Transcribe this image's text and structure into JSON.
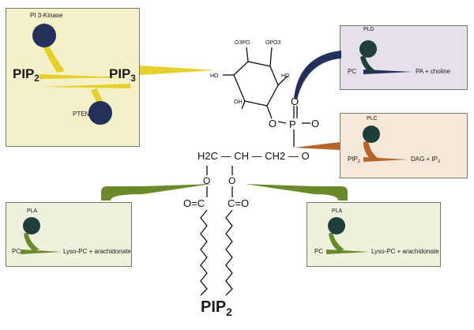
{
  "pi3k_panel": {
    "enzyme_top": "PI 3-Kinase",
    "enzyme_bottom": "PTEN",
    "left_base": "PIP",
    "left_sub": "2",
    "right_base": "PIP",
    "right_sub": "3"
  },
  "pld_panel": {
    "enzyme": "PLD",
    "substrate": "PC",
    "product": "PA + choline"
  },
  "plc_panel": {
    "enzyme": "PLC",
    "substrate_base": "PIP",
    "substrate_sub": "2",
    "product_base": "DAG + IP",
    "product_sub": "3"
  },
  "pla_left_panel": {
    "enzyme": "PLA",
    "substrate": "PC",
    "product": "Lyso-PC + arachidonate"
  },
  "pla_right_panel": {
    "enzyme": "PLA",
    "substrate": "PC",
    "product": "Lyso-PC + arachidonate"
  },
  "molecule": {
    "title_base": "PIP",
    "title_sub": "2",
    "phosphate_left": "O3PO",
    "phosphate_right": "OPO3",
    "ho_left": "HO",
    "ho_right": "HO",
    "oh_bottom": "OH",
    "P": "P",
    "O": "O",
    "glycerol": "H2C — CH — CH2 — O",
    "carbonyl_left": "O=C",
    "carbonyl_right": "C=O"
  },
  "colors": {
    "pi3k_bg": "#f4f1c8",
    "pld_bg": "#e6e0ec",
    "plc_bg": "#f6e8d8",
    "pla_bg": "#eef1dc",
    "yellow": "#e6cf2a",
    "navy": "#23305a",
    "orange": "#b5642a",
    "green": "#6a8a2a",
    "enzyme_green": "#1f3f3a"
  },
  "icons": [
    "enzyme-ball",
    "reaction-arrow",
    "connector-pointer"
  ]
}
